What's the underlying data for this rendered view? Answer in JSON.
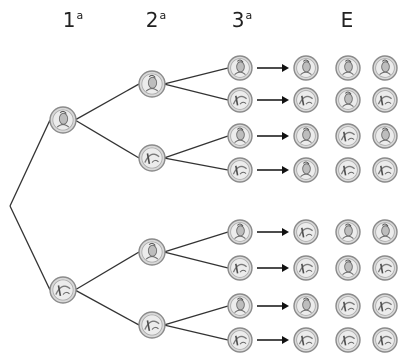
{
  "headers": {
    "h1": {
      "num": "1",
      "sup": "a"
    },
    "h2": {
      "num": "2",
      "sup": "a"
    },
    "h3": {
      "num": "3",
      "sup": "a"
    },
    "h4": {
      "text": "E"
    }
  },
  "coin_faces": {
    "heads": "head-coin-icon",
    "tails": "one-euro-coin-icon"
  },
  "tree": {
    "toss1": [
      "heads",
      "tails"
    ],
    "toss2": [
      "heads",
      "tails",
      "heads",
      "tails"
    ],
    "toss3": [
      "heads",
      "tails",
      "heads",
      "tails",
      "heads",
      "tails",
      "heads",
      "tails"
    ]
  },
  "outcomes": [
    [
      "heads",
      "heads",
      "heads"
    ],
    [
      "tails",
      "heads",
      "tails"
    ],
    [
      "heads",
      "tails",
      "heads"
    ],
    [
      "heads",
      "tails",
      "tails"
    ],
    [
      "tails",
      "heads",
      "heads"
    ],
    [
      "tails",
      "heads",
      "tails"
    ],
    [
      "heads",
      "tails",
      "tails"
    ],
    [
      "tails",
      "tails",
      "tails"
    ]
  ],
  "colors": {
    "coin_rim": "#8a8a8a",
    "coin_fill": "#d9d9d9",
    "coin_inner": "#ececec",
    "line": "#333333"
  }
}
